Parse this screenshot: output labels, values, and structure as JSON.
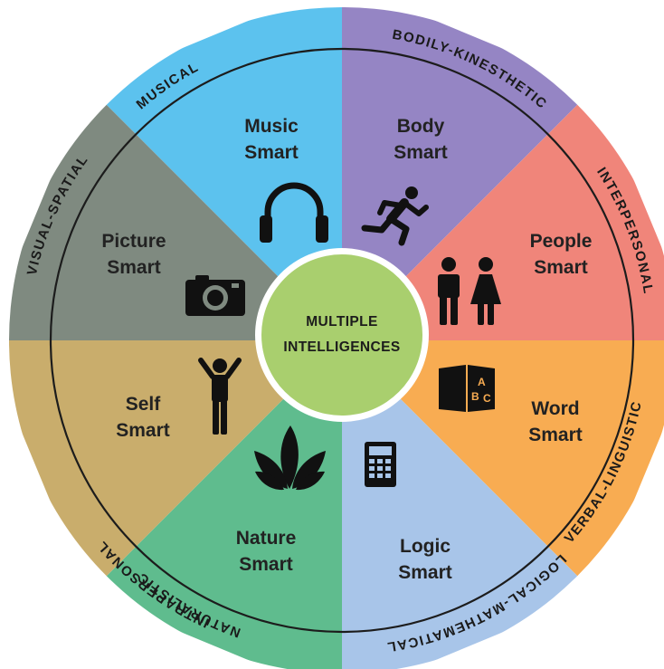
{
  "center": {
    "line1": "MULTIPLE",
    "line2": "INTELLIGENCES",
    "color": "#a9cf6e"
  },
  "segments": [
    {
      "key": "music",
      "line1": "Music",
      "line2": "Smart",
      "category": "MUSICAL",
      "color": "#5cc2ee",
      "icon": "headphones-icon"
    },
    {
      "key": "body",
      "line1": "Body",
      "line2": "Smart",
      "category": "BODILY-KINESTHETIC",
      "color": "#9585c4",
      "icon": "runner-icon"
    },
    {
      "key": "people",
      "line1": "People",
      "line2": "Smart",
      "category": "INTERPERSONAL",
      "color": "#f0857a",
      "icon": "people-icon"
    },
    {
      "key": "word",
      "line1": "Word",
      "line2": "Smart",
      "category": "VERBAL-LINGUISTIC",
      "color": "#f8ac52",
      "icon": "book-abc-icon"
    },
    {
      "key": "logic",
      "line1": "Logic",
      "line2": "Smart",
      "category": "LOGICAL-MATHEMATICAL",
      "color": "#a8c5e9",
      "icon": "calculator-icon"
    },
    {
      "key": "nature",
      "line1": "Nature",
      "line2": "Smart",
      "category": "NATURALISTIC",
      "color": "#5fbc8e",
      "icon": "leaves-icon"
    },
    {
      "key": "self",
      "line1": "Self",
      "line2": "Smart",
      "category": "INTRAPERSONAL",
      "color": "#c9ad6c",
      "icon": "person-arms-up-icon"
    },
    {
      "key": "picture",
      "line1": "Picture",
      "line2": "Smart",
      "category": "VISUAL-SPATIAL",
      "color": "#7f8a80",
      "icon": "camera-icon"
    }
  ]
}
